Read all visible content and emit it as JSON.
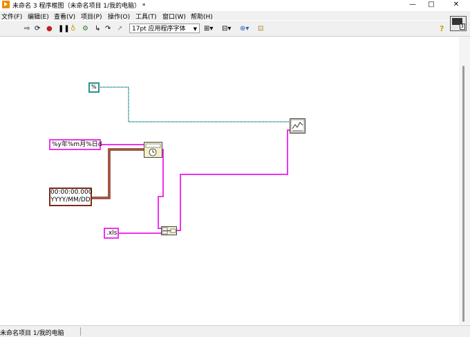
{
  "window": {
    "title": "未命名 3 程序框图（未命名项目 1/我的电脑） *",
    "controls": [
      "—",
      "□",
      "✕"
    ]
  },
  "menu": [
    "文件(F)",
    "编辑(E)",
    "查看(V)",
    "项目(P)",
    "操作(O)",
    "工具(T)",
    "窗口(W)",
    "帮助(H)"
  ],
  "toolbar": {
    "font_selector": "17pt 应用程序字体",
    "icons": [
      "run-arrow-icon",
      "run-continuous-icon",
      "abort-icon",
      "pause-icon",
      "highlight-bulb-icon",
      "retain-wire-icon",
      "step-into-icon",
      "step-over-icon",
      "step-out-icon",
      "align-icon",
      "distribute-icon",
      "reorder-icon",
      "cleanup-icon",
      "help-icon"
    ],
    "vi_number": "3"
  },
  "diagram": {
    "path_constant": "%",
    "format_constant": "%y年%m月%日d",
    "timestamp_line1": "00:00:00.000",
    "timestamp_line2": "YYYY/MM/DD",
    "ext_constant": ".xls",
    "colors": {
      "path_wire": "#2a9090",
      "string_wire": "#ee33ee",
      "timestamp_wire": "#7a2a1a",
      "node_bg": "#f5efc8"
    }
  },
  "status": {
    "text": "未命名项目 1/我的电脑"
  }
}
